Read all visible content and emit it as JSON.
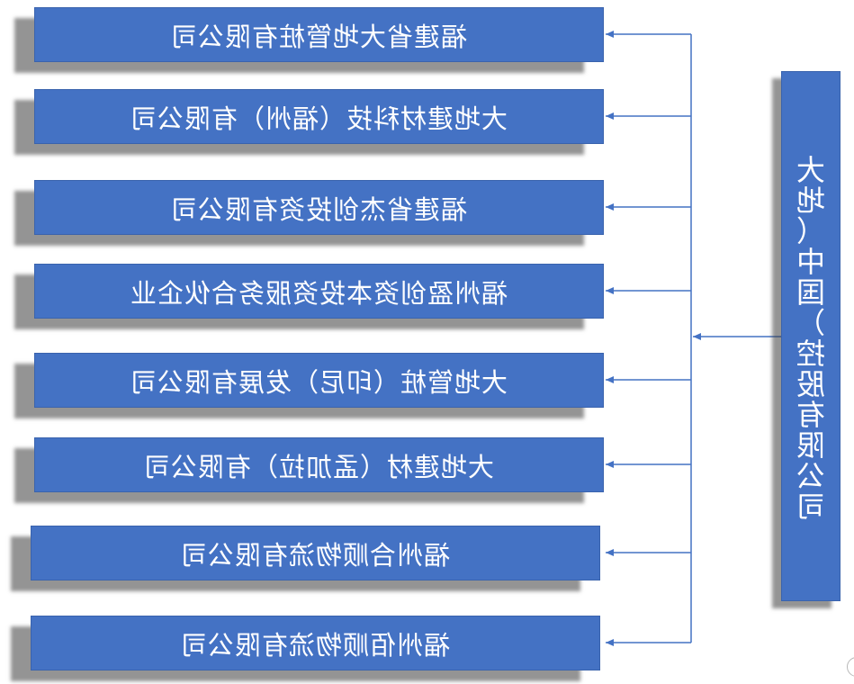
{
  "parent": {
    "label": "大地（中国）控股有限公司"
  },
  "subsidiaries": [
    {
      "label": "福建省大地管桩有限公司"
    },
    {
      "label": "大地建材科技（福州）有限公司"
    },
    {
      "label": "福建省杰创投资有限公司"
    },
    {
      "label": "福州盈创资本投资服务合伙企业"
    },
    {
      "label": "大地管桩（印尼）发展有限公司"
    },
    {
      "label": "大地建材（孟加拉）有限公司"
    },
    {
      "label": "福州合顺物流有限公司"
    },
    {
      "label": "福州佰顺物流有限公司"
    }
  ],
  "colors": {
    "box": "#4472c4",
    "connector": "#4472c4",
    "text": "#ffffff"
  }
}
